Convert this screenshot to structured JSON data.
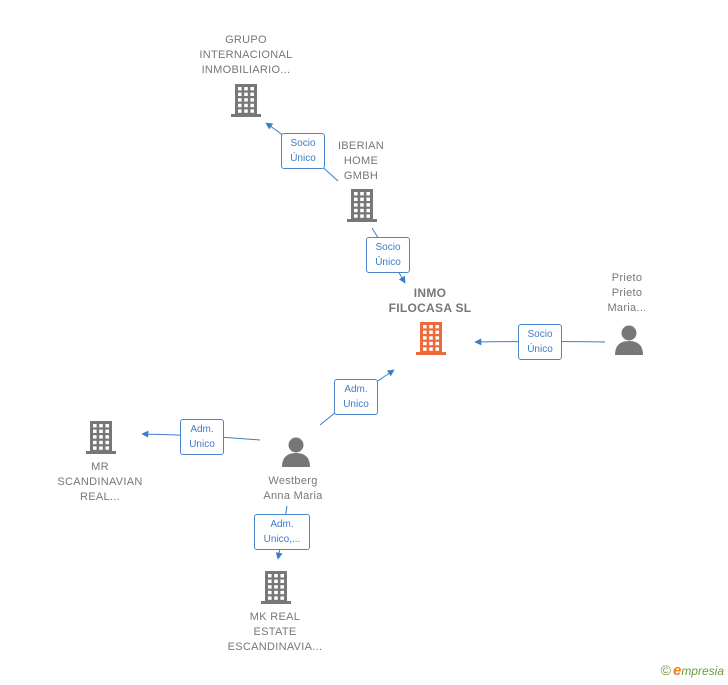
{
  "colors": {
    "company": "#777777",
    "main_company": "#ef6a3a",
    "person": "#777777",
    "edge": "#3d7cc9"
  },
  "nodes": [
    {
      "id": "grupo",
      "type": "company",
      "icon": "building-icon",
      "label": "GRUPO\nINTERNACIONAL\nINMOBILIARIO..."
    },
    {
      "id": "iberian",
      "type": "company",
      "icon": "building-icon",
      "label": "IBERIAN\nHOME\nGMBH"
    },
    {
      "id": "inmo",
      "type": "main_company",
      "icon": "building-icon",
      "label": "INMO\nFILOCASA  SL"
    },
    {
      "id": "prieto",
      "type": "person",
      "icon": "person-icon",
      "label": "Prieto\nPrieto\nMaria..."
    },
    {
      "id": "westberg",
      "type": "person",
      "icon": "person-icon",
      "label": "Westberg\nAnna Maria"
    },
    {
      "id": "mr",
      "type": "company",
      "icon": "building-icon",
      "label": "MR\nSCANDINAVIAN\nREAL..."
    },
    {
      "id": "mk",
      "type": "company",
      "icon": "building-icon",
      "label": "MK REAL\nESTATE\nESCANDINAVIA..."
    }
  ],
  "edges": [
    {
      "id": "e1",
      "from": "iberian",
      "to": "grupo",
      "label_line1": "Socio",
      "label_line2": "Único"
    },
    {
      "id": "e2",
      "from": "iberian",
      "to": "inmo",
      "label_line1": "Socio",
      "label_line2": "Único"
    },
    {
      "id": "e3",
      "from": "prieto",
      "to": "inmo",
      "label_line1": "Socio",
      "label_line2": "Único"
    },
    {
      "id": "e4",
      "from": "westberg",
      "to": "inmo",
      "label_line1": "Adm.",
      "label_line2": "Unico"
    },
    {
      "id": "e5",
      "from": "westberg",
      "to": "mr",
      "label_line1": "Adm.",
      "label_line2": "Unico"
    },
    {
      "id": "e6",
      "from": "westberg",
      "to": "mk",
      "label_line1": "Adm.",
      "label_line2": "Unico,..."
    }
  ],
  "footer": {
    "copyright": "©",
    "brand_first": "e",
    "brand_rest": "mpresia"
  }
}
